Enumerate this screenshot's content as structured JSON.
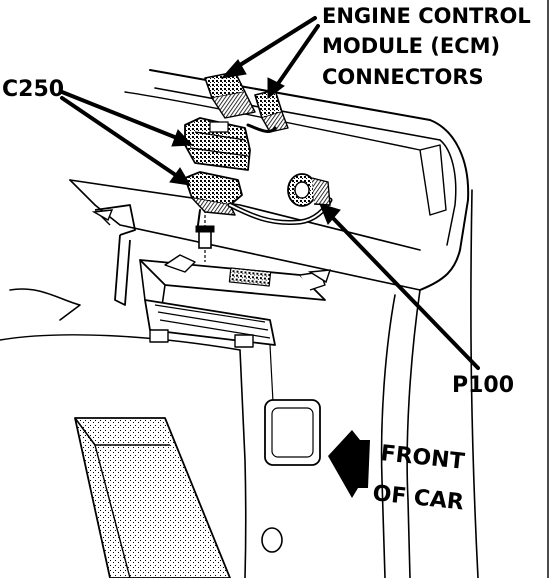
{
  "labels": {
    "ecm_line1": "ENGINE CONTROL",
    "ecm_line2": "MODULE (ECM)",
    "ecm_line3": "CONNECTORS",
    "c250": "C250",
    "p100": "P100",
    "front_line1": "FRONT",
    "front_line2": "OF CAR"
  },
  "colors": {
    "ink": "#000000",
    "background": "#ffffff"
  }
}
